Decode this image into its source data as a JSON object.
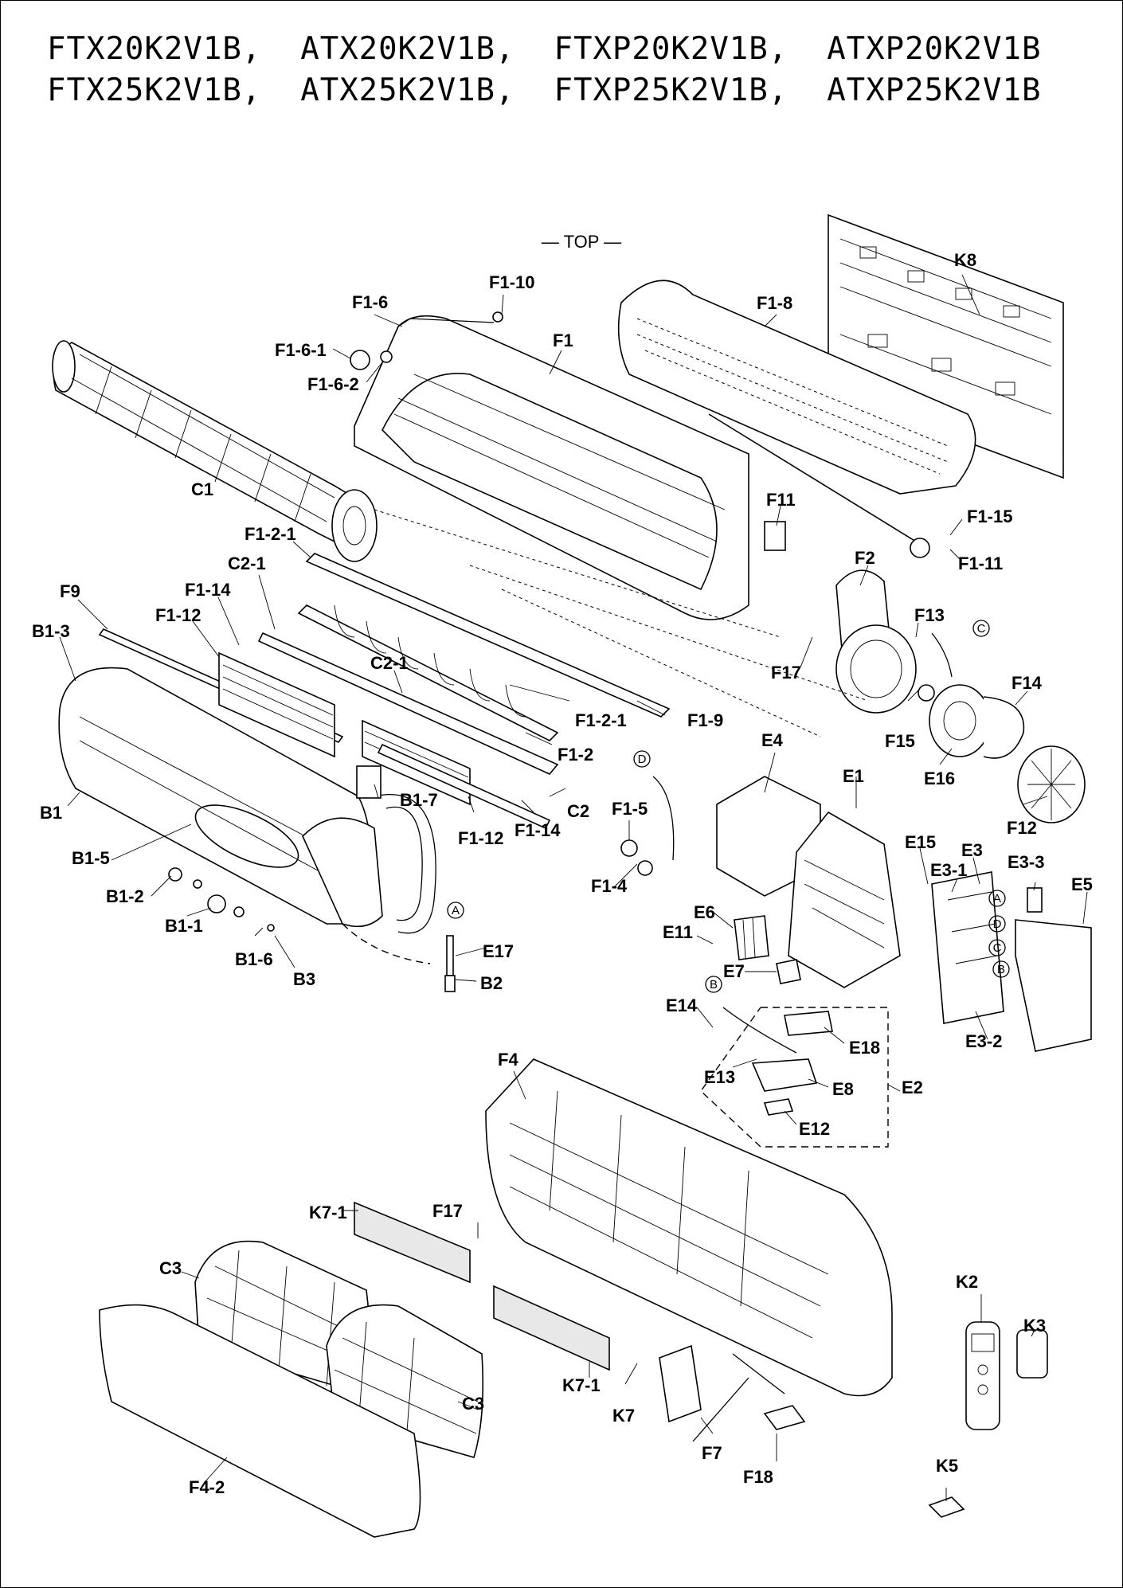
{
  "titles": [
    "FTX20K2V1B,  ATX20K2V1B,  FTXP20K2V1B,  ATXP20K2V1B",
    "FTX25K2V1B,  ATX25K2V1B,  FTXP25K2V1B,  ATXP25K2V1B"
  ],
  "orientation_label": "— TOP —",
  "connectors": [
    "A",
    "B",
    "C",
    "D"
  ],
  "labels": {
    "K8": "K8",
    "F1_10": "F1-10",
    "F1_6": "F1-6",
    "F1_8": "F1-8",
    "F1_6_1": "F1-6-1",
    "F1": "F1",
    "F1_6_2": "F1-6-2",
    "C1": "C1",
    "F11": "F11",
    "F1_15": "F1-15",
    "F1_11": "F1-11",
    "F1_2_1a": "F1-2-1",
    "C2_1a": "C2-1",
    "F2": "F2",
    "F9": "F9",
    "F1_14a": "F1-14",
    "F13": "F13",
    "F1_12a": "F1-12",
    "B1_3": "B1-3",
    "F17a": "F17",
    "C2_1b": "C2-1",
    "F14": "F14",
    "F1_2_1b": "F1-2-1",
    "F1_9": "F1-9",
    "F15": "F15",
    "F1_2": "F1-2",
    "E4": "E4",
    "E1": "E1",
    "E16": "E16",
    "B1_7": "B1-7",
    "C2": "C2",
    "B1": "B1",
    "F1_5": "F1-5",
    "F1_12b": "F1-12",
    "F1_14b": "F1-14",
    "F12": "F12",
    "B1_5": "B1-5",
    "E15": "E15",
    "E3": "E3",
    "E3_1": "E3-1",
    "E3_3": "E3-3",
    "F1_4": "F1-4",
    "B1_2": "B1-2",
    "E5": "E5",
    "E6": "E6",
    "B1_1": "B1-1",
    "E11": "E11",
    "E17": "E17",
    "B1_6": "B1-6",
    "B3": "B3",
    "B2": "B2",
    "E7": "E7",
    "E14": "E14",
    "E18": "E18",
    "E3_2": "E3-2",
    "F4": "F4",
    "E13": "E13",
    "E8": "E8",
    "E2": "E2",
    "E12": "E12",
    "K7_1a": "K7-1",
    "F17b": "F17",
    "C3a": "C3",
    "K2": "K2",
    "K3": "K3",
    "K7_1b": "K7-1",
    "C3b": "C3",
    "K7": "K7",
    "F7": "F7",
    "F18": "F18",
    "F4_2": "F4-2",
    "K5": "K5"
  }
}
